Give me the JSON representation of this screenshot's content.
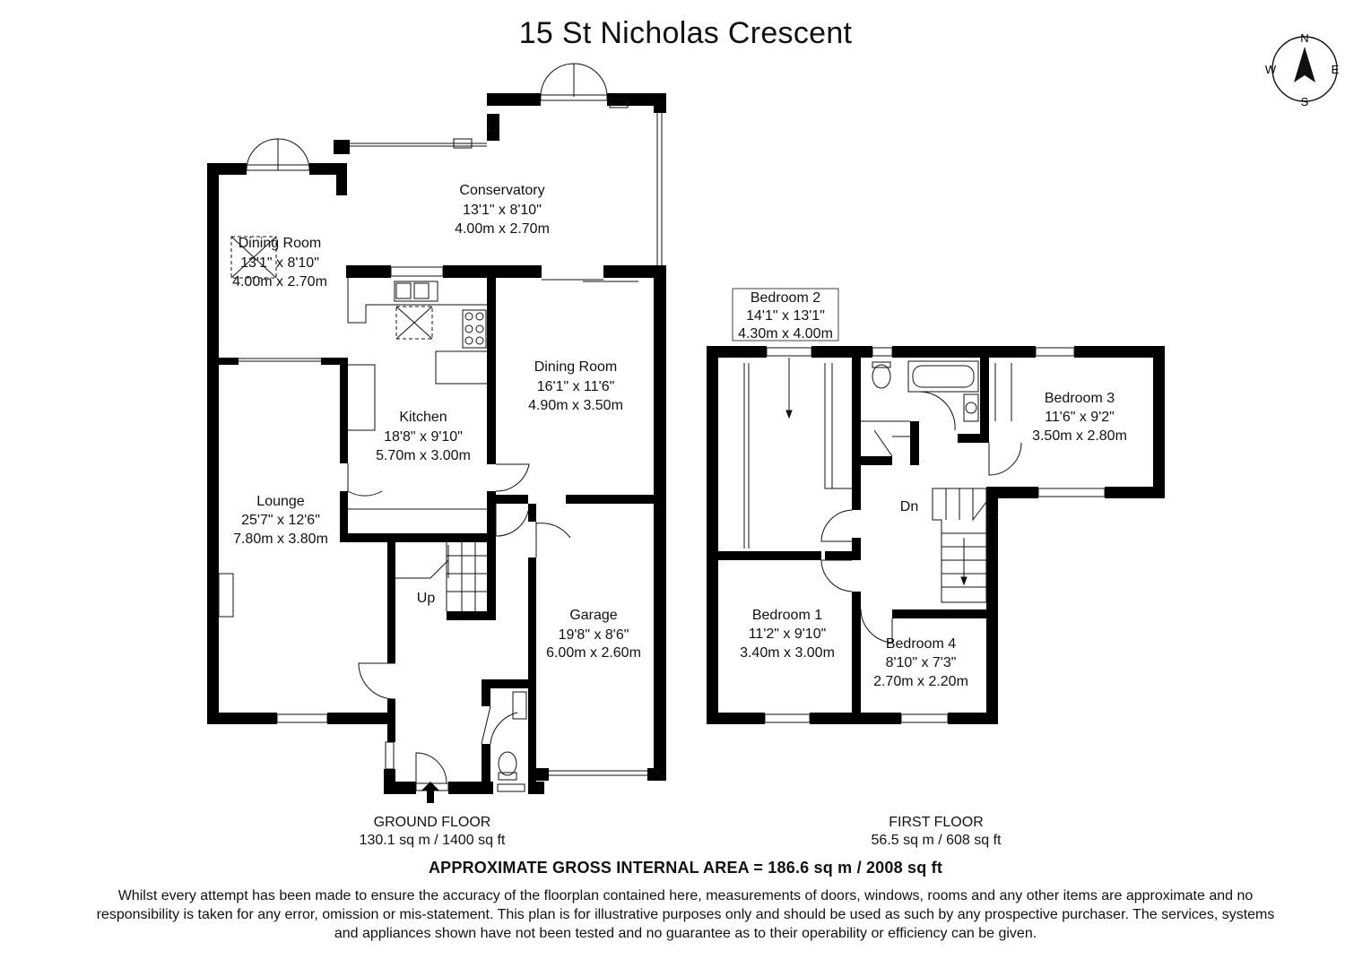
{
  "title": "15 St Nicholas Crescent",
  "compass": {
    "n": "N",
    "e": "E",
    "s": "S",
    "w": "W"
  },
  "ground_floor": {
    "name": "GROUND FLOOR",
    "area": "130.1 sq m / 1400 sq ft",
    "rooms": {
      "dining_room_1": {
        "name": "Dining Room",
        "imperial": "13'1\" x 8'10\"",
        "metric": "4.00m x 2.70m"
      },
      "conservatory": {
        "name": "Conservatory",
        "imperial": "13'1\" x 8'10\"",
        "metric": "4.00m x 2.70m"
      },
      "dining_room_2": {
        "name": "Dining Room",
        "imperial": "16'1\" x 11'6\"",
        "metric": "4.90m x 3.50m"
      },
      "kitchen": {
        "name": "Kitchen",
        "imperial": "18'8\" x 9'10\"",
        "metric": "5.70m x 3.00m"
      },
      "lounge": {
        "name": "Lounge",
        "imperial": "25'7\" x 12'6\"",
        "metric": "7.80m x 3.80m"
      },
      "garage": {
        "name": "Garage",
        "imperial": "19'8\" x 8'6\"",
        "metric": "6.00m x 2.60m"
      }
    },
    "stairs_label": "Up"
  },
  "first_floor": {
    "name": "FIRST FLOOR",
    "area": "56.5 sq m / 608 sq ft",
    "rooms": {
      "bedroom_2": {
        "name": "Bedroom 2",
        "imperial": "14'1\" x 13'1\"",
        "metric": "4.30m x 4.00m"
      },
      "bedroom_3": {
        "name": "Bedroom 3",
        "imperial": "11'6\" x 9'2\"",
        "metric": "3.50m x 2.80m"
      },
      "bedroom_1": {
        "name": "Bedroom 1",
        "imperial": "11'2\" x 9'10\"",
        "metric": "3.40m x 3.00m"
      },
      "bedroom_4": {
        "name": "Bedroom 4",
        "imperial": "8'10\" x 7'3\"",
        "metric": "2.70m x 2.20m"
      }
    },
    "stairs_label": "Dn"
  },
  "gross_area": "APPROXIMATE GROSS INTERNAL AREA = 186.6 sq m / 2008 sq ft",
  "disclaimer": "Whilst every attempt has been made to ensure the accuracy of the floorplan contained here, measurements of doors, windows, rooms and any other items are approximate and no responsibility is taken for any error, omission or mis-statement. This plan is for illustrative purposes only and should be used as such by any prospective purchaser. The services, systems and appliances shown have not been tested and no guarantee as to their operability or efficiency can be given."
}
